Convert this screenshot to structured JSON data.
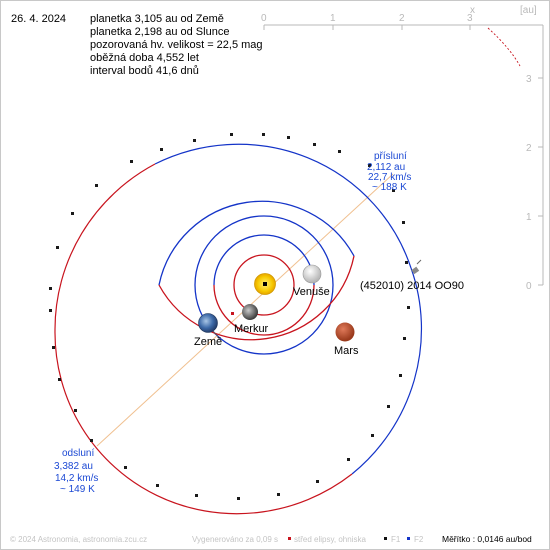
{
  "header": {
    "date": "26. 4. 2024",
    "lines": [
      "planetka 3,105 au od Země",
      "planetka 2,198 au od Slunce",
      "pozorovaná hv. velikost = 22,5 mag",
      "oběžná doba 4,552 let",
      "interval bodů 41,6 dnů"
    ]
  },
  "axes": {
    "x_label": "x",
    "unit_label": "[au]",
    "x_ticks": [
      "0",
      "1",
      "2",
      "3"
    ],
    "y_ticks": [
      "3",
      "2",
      "1",
      "0"
    ]
  },
  "bodies": {
    "venus": "Venuše",
    "mercury": "Merkur",
    "earth": "Země",
    "mars": "Mars",
    "asteroid": "(452010) 2014 OO90"
  },
  "perihelion": {
    "title": "přísluní",
    "distance": "2,112 au",
    "speed": "22,7 km/s",
    "temp": "~ 188 K"
  },
  "aphelion": {
    "title": "odsluní",
    "distance": "3,382 au",
    "speed": "14,2 km/s",
    "temp": "~ 149 K"
  },
  "footer": {
    "copyright": "© 2024 Astronomia, astronomia.zcu.cz",
    "generated": "Vygenerováno za 0,09 s",
    "legend_center": "střed elipsy, ohniska",
    "f1": "F1",
    "f2": "F2",
    "scale": "Měřítko : 0,0146 au/bod"
  },
  "colors": {
    "orbit_blue": "#1434c8",
    "orbit_red": "#c8141e",
    "apsis_line": "#f0c090",
    "label_blue": "#1c49d4",
    "axis_gray": "#b9b9b9"
  }
}
